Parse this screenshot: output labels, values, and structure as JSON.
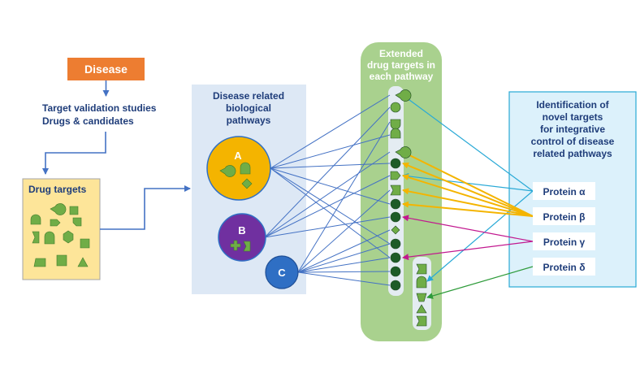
{
  "disease_box": {
    "label": "Disease"
  },
  "validation_text": {
    "line1": "Target validation  studies",
    "line2": "Drugs & candidates"
  },
  "drug_targets_box": {
    "title": "Drug targets"
  },
  "pathways_panel": {
    "title_line1": "Disease related",
    "title_line2": "biological",
    "title_line3": "pathways"
  },
  "pathways": [
    {
      "id": "A",
      "label": "A",
      "color": "#f4b400"
    },
    {
      "id": "B",
      "label": "B",
      "color": "#7030a0"
    },
    {
      "id": "C",
      "label": "C",
      "color": "#2f6fc4"
    }
  ],
  "extended_panel": {
    "title_line1": "Extended",
    "title_line2": "drug targets in",
    "title_line3": "each pathway"
  },
  "novel_panel": {
    "title_line1": "Identification of",
    "title_line2": "novel targets",
    "title_line3": "for integrative",
    "title_line4": "control of disease",
    "title_line5": "related pathways"
  },
  "proteins": [
    {
      "label": "Protein α",
      "arrow_color": "#29a9d6"
    },
    {
      "label": "Protein β",
      "arrow_color": "#f4b400"
    },
    {
      "label": "Protein γ",
      "arrow_color": "#c2188f"
    },
    {
      "label": "Protein δ",
      "arrow_color": "#2e9b3a"
    }
  ],
  "colors": {
    "disease_box": "#ed7d31",
    "text_blue": "#1f3d7a",
    "drug_targets_fill": "#fde599",
    "pathway_panel_fill": "#dde8f5",
    "extended_panel_fill": "#a9d18e",
    "novel_panel_fill": "#dcf1fb",
    "node_green": "#70ad47",
    "node_dark": "#1e5c28",
    "connector_blue": "#4472c4"
  }
}
